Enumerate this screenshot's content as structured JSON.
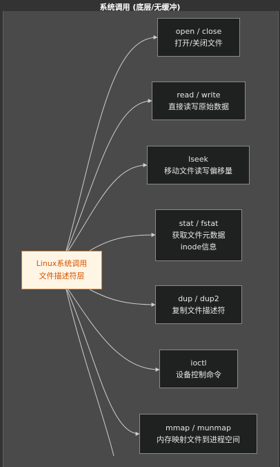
{
  "frame": {
    "title": "系统调用 (底层/无缓冲)"
  },
  "root": {
    "line1": "Linux系统调用",
    "line2": "文件描述符层"
  },
  "nodes": [
    {
      "id": "open-close",
      "line1": "open / close",
      "line2": "打开/关闭文件"
    },
    {
      "id": "read-write",
      "line1": "read / write",
      "line2": "直接读写原始数据"
    },
    {
      "id": "lseek",
      "line1": "lseek",
      "line2": "移动文件读写偏移量"
    },
    {
      "id": "stat-fstat",
      "line1": "stat / fstat",
      "line2": "获取文件元数据",
      "line3": "inode信息"
    },
    {
      "id": "dup-dup2",
      "line1": "dup / dup2",
      "line2": "复制文件描述符"
    },
    {
      "id": "ioctl",
      "line1": "ioctl",
      "line2": "设备控制命令"
    },
    {
      "id": "mmap-munmap",
      "line1": "mmap / munmap",
      "line2": "内存映射文件到进程空间"
    }
  ],
  "colors": {
    "root_fill": "#fff5e5",
    "root_border": "#e67e22",
    "root_text": "#d35400",
    "node_fill": "#1f2020",
    "node_text": "#e6e6e6",
    "edge": "#cfcfcf"
  }
}
